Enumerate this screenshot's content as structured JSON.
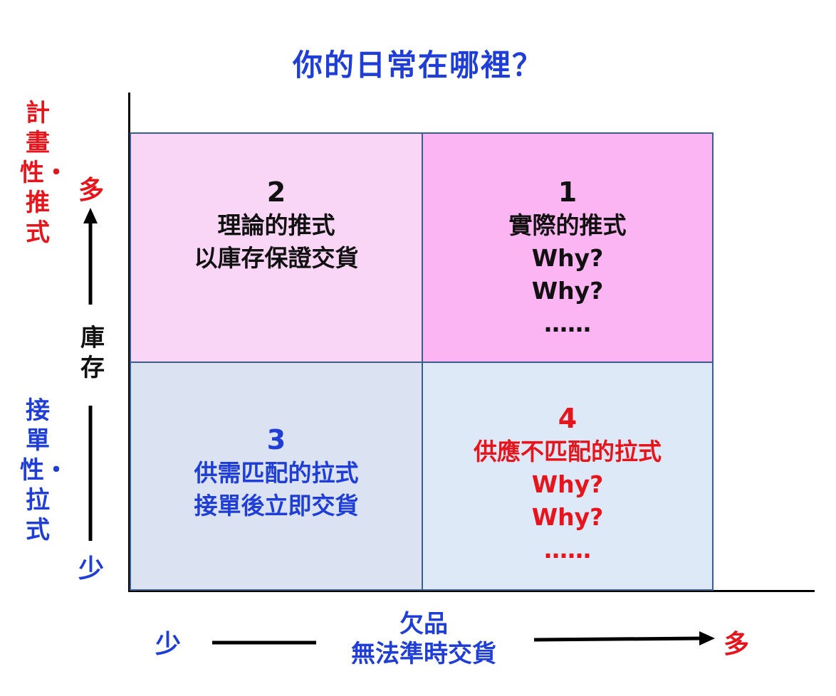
{
  "title": "你的日常在哪裡？",
  "y_axis": {
    "top_label": "計畫性・推式",
    "bottom_label": "接單性・拉式",
    "name": "庫存",
    "high": "多",
    "low": "少"
  },
  "x_axis": {
    "name_line1": "欠品",
    "name_line2": "無法準時交貨",
    "low": "少",
    "high": "多"
  },
  "quadrants": {
    "q1": {
      "number": "1",
      "line1": "實際的推式",
      "line2": "Why?",
      "line3": "Why?",
      "line4": "……"
    },
    "q2": {
      "number": "2",
      "line1": "理論的推式",
      "line2": "以庫存保證交貨"
    },
    "q3": {
      "number": "3",
      "line1": "供需匹配的拉式",
      "line2": "接單後立即交貨"
    },
    "q4": {
      "number": "4",
      "line1": "供應不匹配的拉式",
      "line2": "Why?",
      "line3": "Why?",
      "line4": "……"
    }
  },
  "colors": {
    "red": "#e8141b",
    "blue": "#1f3ed8",
    "q1_fill": "#fbb5f3",
    "q2_fill": "#f9d6f6",
    "q3_fill": "#dbe3f2",
    "q4_fill": "#dde9f6"
  }
}
